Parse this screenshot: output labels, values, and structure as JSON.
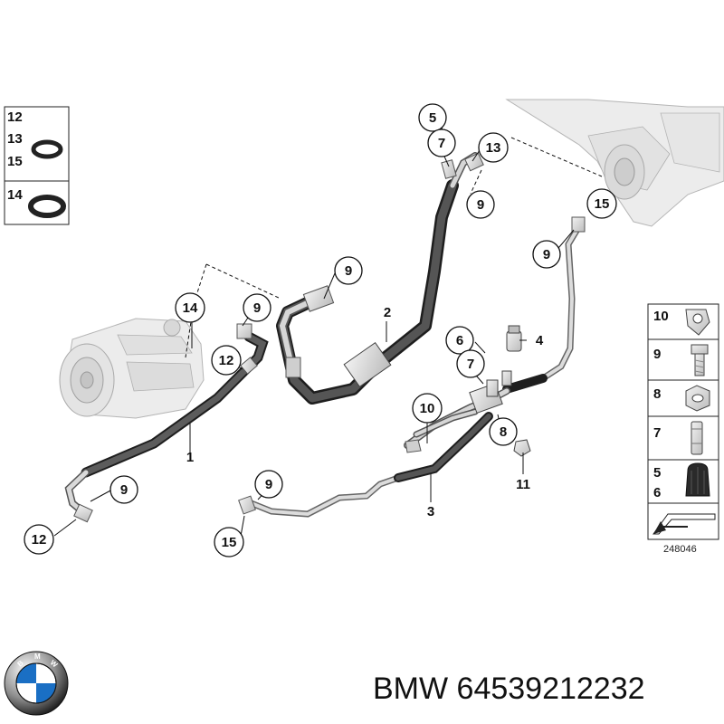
{
  "callouts": {
    "c1": "1",
    "c2": "2",
    "c3": "3",
    "c4": "4",
    "c5": "5",
    "c6": "6",
    "c7a": "7",
    "c7b": "7",
    "c8": "8",
    "c9a": "9",
    "c9b": "9",
    "c9c": "9",
    "c9d": "9",
    "c9e": "9",
    "c9f": "9",
    "c10": "10",
    "c11": "11",
    "c12a": "12",
    "c12b": "12",
    "c13": "13",
    "c14": "14",
    "c15a": "15",
    "c15b": "15"
  },
  "seal_box": {
    "a": "12",
    "b": "13",
    "c": "15",
    "d": "14"
  },
  "legend": {
    "l10": "10",
    "l9": "9",
    "l8": "8",
    "l7": "7",
    "l5": "5",
    "l6": "6"
  },
  "ref_number": "248046",
  "brand": {
    "name": "BMW",
    "part_number": "64539212232",
    "caption": "BMW 64539212232"
  },
  "colors": {
    "hose": "#4a4a4a",
    "pipe": "#bdbdbd",
    "metal": "#cfcfcf",
    "line": "#111111"
  }
}
